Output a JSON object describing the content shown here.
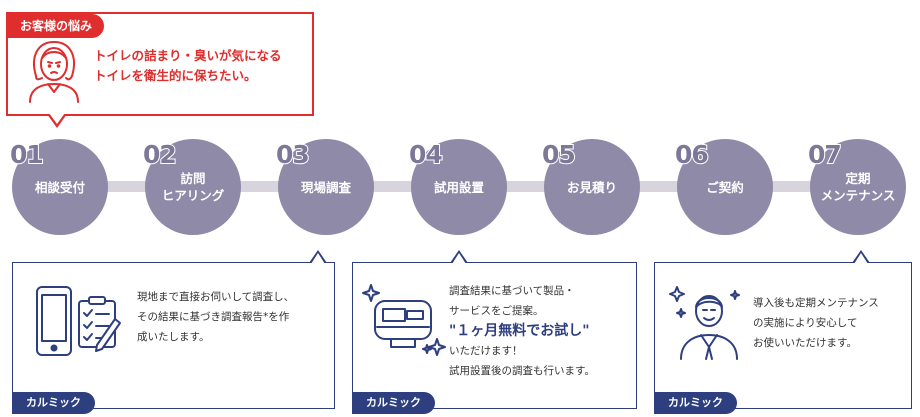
{
  "concern": {
    "tag": "お客様の悩み",
    "line1": "トイレの詰まり・臭いが気になる",
    "line2": "トイレを衛生的に保ちたい。"
  },
  "steps": [
    {
      "num": "01",
      "label1": "相談受付",
      "label2": ""
    },
    {
      "num": "02",
      "label1": "訪問",
      "label2": "ヒアリング"
    },
    {
      "num": "03",
      "label1": "現場調査",
      "label2": ""
    },
    {
      "num": "04",
      "label1": "試用設置",
      "label2": ""
    },
    {
      "num": "05",
      "label1": "お見積り",
      "label2": ""
    },
    {
      "num": "06",
      "label1": "ご契約",
      "label2": ""
    },
    {
      "num": "07",
      "label1": "定期",
      "label2": "メンテナンス"
    }
  ],
  "boxes": [
    {
      "badge": "カルミック",
      "lines": [
        "現地まで直接お伺いして調査し、",
        "その結果に基づき調査報告*を作",
        "成いたします。"
      ]
    },
    {
      "badge": "カルミック",
      "line1": "調査結果に基づいて製品・",
      "line2": "サービスをご提案。",
      "highlight": "\"１ヶ月無料でお試し\"",
      "line3": "いただけます！",
      "line4": "試用設置後の調査も行います。"
    },
    {
      "badge": "カルミック",
      "lines": [
        "導入後も定期メンテナンス",
        "の実施により安心して",
        "お使いいただけます。"
      ]
    }
  ],
  "colors": {
    "accent_red": "#e02d2d",
    "navy": "#2e3f80",
    "step_purple": "#8e8aa8"
  },
  "icons": [
    "worried-woman-icon",
    "clipboard-phone-icon",
    "toilet-device-icon",
    "sparkle-icon",
    "smiling-man-icon"
  ]
}
